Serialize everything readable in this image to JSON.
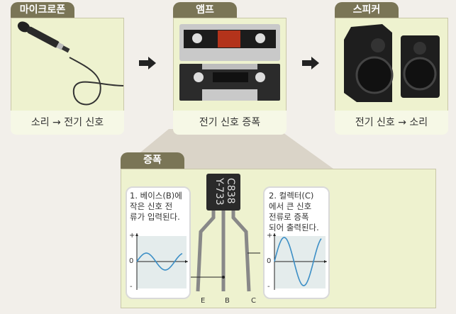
{
  "stages": [
    {
      "tab": "마이크로폰",
      "caption": "소리 → 전기 신호",
      "image": "microphone"
    },
    {
      "tab": "앰프",
      "caption": "전기 신호 증폭",
      "image": "amplifier"
    },
    {
      "tab": "스피커",
      "caption": "전기 신호 → 소리",
      "image": "speakers"
    }
  ],
  "flow_arrow": "right-arrow-icon",
  "detail": {
    "tab": "증폭",
    "transistor_marking": [
      "C838",
      "Y-733"
    ],
    "pins": [
      "E",
      "B",
      "C"
    ],
    "input_note": "1. 베이스(B)에\n작은 신호 전\n류가 입력된다.",
    "output_note": "2. 컬렉터(C)\n에서 큰 신호\n전류로 증폭\n되어 출력된다.",
    "axis_labels": {
      "plus": "+",
      "zero": "0",
      "minus": "-"
    },
    "wave_color": "#3d8fc6",
    "input_amplitude": 0.35,
    "output_amplitude": 1.0
  }
}
